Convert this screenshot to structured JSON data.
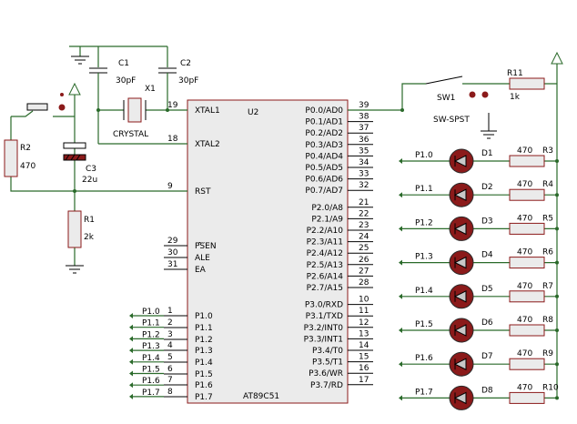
{
  "chip": {
    "ref": "U2",
    "part": "AT89C51",
    "left_pins": [
      {
        "num": "19",
        "name": "XTAL1"
      },
      {
        "num": "18",
        "name": "XTAL2"
      },
      {
        "num": "9",
        "name": "RST"
      },
      {
        "num": "29",
        "name": "PSEN"
      },
      {
        "num": "30",
        "name": "ALE"
      },
      {
        "num": "31",
        "name": "EA"
      },
      {
        "num": "1",
        "name": "P1.0"
      },
      {
        "num": "2",
        "name": "P1.1"
      },
      {
        "num": "3",
        "name": "P1.2"
      },
      {
        "num": "4",
        "name": "P1.3"
      },
      {
        "num": "5",
        "name": "P1.4"
      },
      {
        "num": "6",
        "name": "P1.5"
      },
      {
        "num": "7",
        "name": "P1.6"
      },
      {
        "num": "8",
        "name": "P1.7"
      }
    ],
    "right_pins": [
      {
        "num": "39",
        "name": "P0.0/AD0"
      },
      {
        "num": "38",
        "name": "P0.1/AD1"
      },
      {
        "num": "37",
        "name": "P0.2/AD2"
      },
      {
        "num": "36",
        "name": "P0.3/AD3"
      },
      {
        "num": "35",
        "name": "P0.4/AD4"
      },
      {
        "num": "34",
        "name": "P0.5/AD5"
      },
      {
        "num": "33",
        "name": "P0.6/AD6"
      },
      {
        "num": "32",
        "name": "P0.7/AD7"
      },
      {
        "num": "21",
        "name": "P2.0/A8"
      },
      {
        "num": "22",
        "name": "P2.1/A9"
      },
      {
        "num": "23",
        "name": "P2.2/A10"
      },
      {
        "num": "24",
        "name": "P2.3/A11"
      },
      {
        "num": "25",
        "name": "P2.4/A12"
      },
      {
        "num": "26",
        "name": "P2.5/A13"
      },
      {
        "num": "27",
        "name": "P2.6/A14"
      },
      {
        "num": "28",
        "name": "P2.7/A15"
      },
      {
        "num": "10",
        "name": "P3.0/RXD"
      },
      {
        "num": "11",
        "name": "P3.1/TXD"
      },
      {
        "num": "12",
        "name": "P3.2/INT0"
      },
      {
        "num": "13",
        "name": "P3.3/INT1"
      },
      {
        "num": "14",
        "name": "P3.4/T0"
      },
      {
        "num": "15",
        "name": "P3.5/T1"
      },
      {
        "num": "16",
        "name": "P3.6/WR"
      },
      {
        "num": "17",
        "name": "P3.7/RD"
      }
    ]
  },
  "port_labels": [
    "P1.0",
    "P1.1",
    "P1.2",
    "P1.3",
    "P1.4",
    "P1.5",
    "P1.6",
    "P1.7"
  ],
  "leds": [
    {
      "net": "P1.0",
      "d": "D1",
      "r": "R3",
      "val": "470"
    },
    {
      "net": "P1.1",
      "d": "D2",
      "r": "R4",
      "val": "470"
    },
    {
      "net": "P1.2",
      "d": "D3",
      "r": "R5",
      "val": "470"
    },
    {
      "net": "P1.3",
      "d": "D4",
      "r": "R6",
      "val": "470"
    },
    {
      "net": "P1.4",
      "d": "D5",
      "r": "R7",
      "val": "470"
    },
    {
      "net": "P1.5",
      "d": "D6",
      "r": "R8",
      "val": "470"
    },
    {
      "net": "P1.6",
      "d": "D7",
      "r": "R9",
      "val": "470"
    },
    {
      "net": "P1.7",
      "d": "D8",
      "r": "R10",
      "val": "470"
    }
  ],
  "c1": {
    "ref": "C1",
    "val": "30pF"
  },
  "c2": {
    "ref": "C2",
    "val": "30pF"
  },
  "x1": {
    "ref": "X1",
    "val": "CRYSTAL"
  },
  "r2": {
    "ref": "R2",
    "val": "470"
  },
  "c3": {
    "ref": "C3",
    "val": "22u"
  },
  "r1": {
    "ref": "R1",
    "val": "2k"
  },
  "sw1": {
    "ref": "SW1",
    "val": "SW-SPST"
  },
  "r11": {
    "ref": "R11",
    "val": "1k"
  },
  "colors": {
    "wire": "#2a6a2a",
    "body": "#8b1a1a",
    "led": "#8b1a1a"
  }
}
